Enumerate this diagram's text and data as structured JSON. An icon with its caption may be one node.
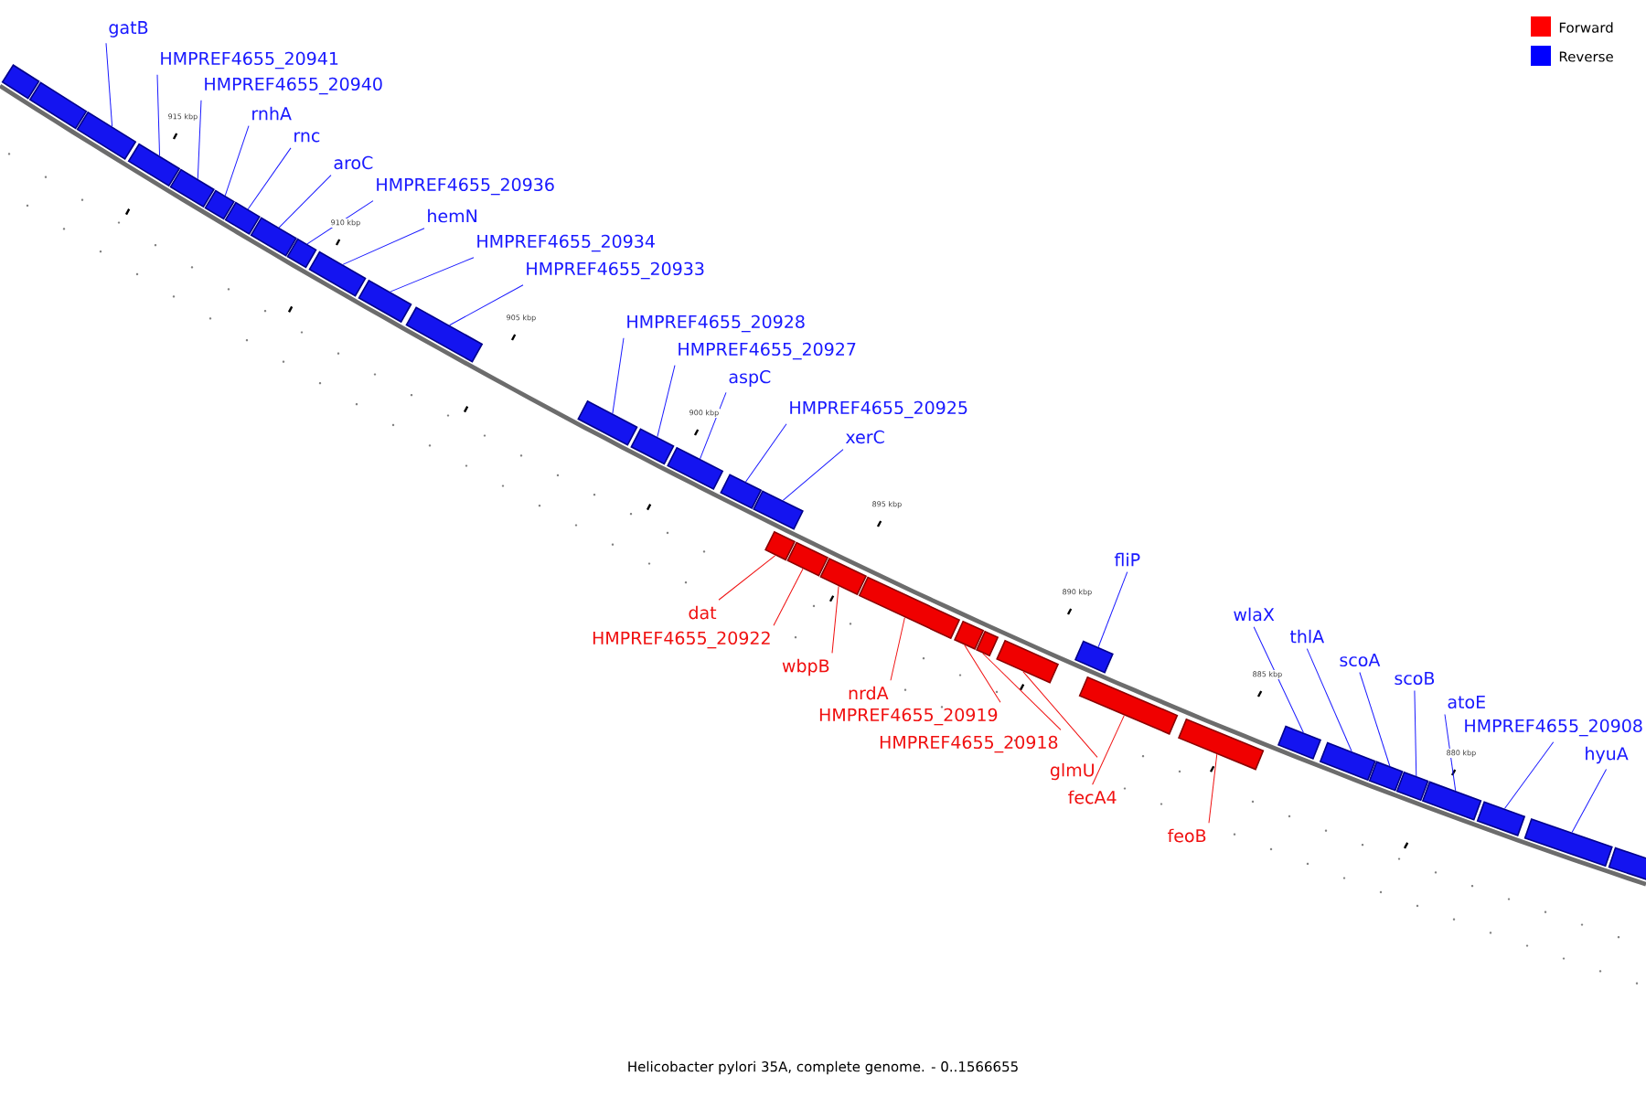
{
  "diagram": {
    "caption": "Helicobacter pylori 35A, complete genome. - 0..1566655",
    "nodes": [
      {
        "text": [],
        "shape": "bar"
      },
      {
        "text": [],
        "shape": "bar"
      },
      {
        "text": [],
        "shape": "bar"
      },
      {
        "text": [],
        "shape": "bar"
      },
      {
        "text": [],
        "shape": "bar"
      },
      {
        "text": [],
        "shape": "bar"
      },
      {
        "text": [],
        "shape": "bar"
      },
      {
        "text": [],
        "shape": "bar"
      },
      {
        "text": [],
        "shape": "bar"
      },
      {
        "text": [],
        "shape": "bar"
      },
      {
        "text": [],
        "shape": "bar"
      },
      {
        "text": [],
        "shape": "bar"
      },
      {
        "text": [],
        "shape": "bar"
      },
      {
        "text": [],
        "shape": "bar"
      },
      {
        "text": [],
        "shape": "bar"
      },
      {
        "text": [],
        "shape": "bar"
      },
      {
        "text": [],
        "shape": "bar"
      },
      {
        "text": [],
        "shape": "bar"
      },
      {
        "text": [],
        "shape": "bar"
      },
      {
        "text": [],
        "shape": "bar"
      },
      {
        "text": [],
        "shape": "bar"
      },
      {
        "text": [],
        "shape": "bar"
      },
      {
        "text": [],
        "shape": "bar"
      },
      {
        "text": [],
        "shape": "bar"
      },
      {
        "text": [],
        "shape": "bar"
      },
      {
        "text": [],
        "shape": "bar"
      },
      {
        "text": [],
        "shape": "bar"
      },
      {
        "text": [],
        "shape": "bar"
      },
      {
        "text": [],
        "shape": "bar"
      },
      {
        "text": [],
        "shape": "bar"
      },
      {
        "text": [],
        "shape": "bar"
      },
      {
        "text": [],
        "shape": "bar"
      },
      {
        "text": [],
        "shape": "bar"
      },
      {
        "text": [],
        "shape": "bar"
      },
      {
        "text": [],
        "shape": "bar"
      },
      {
        "text": [
          "gatB"
        ]
      },
      {
        "text": [
          "HMPREF4655_20941"
        ]
      },
      {
        "text": [
          "HMPREF4655_20940"
        ]
      },
      {
        "text": [
          "rnhA"
        ]
      },
      {
        "text": [
          "rnc"
        ]
      },
      {
        "text": [
          "aroC"
        ]
      },
      {
        "text": [
          "HMPREF4655_20936"
        ]
      },
      {
        "text": [
          "hemN"
        ]
      },
      {
        "text": [
          "HMPREF4655_20934"
        ]
      },
      {
        "text": [
          "HMPREF4655_20933"
        ]
      },
      {
        "text": [
          "HMPREF4655_20928"
        ]
      },
      {
        "text": [
          "HMPREF4655_20927"
        ]
      },
      {
        "text": [
          "aspC"
        ]
      },
      {
        "text": [
          "HMPREF4655_20925"
        ]
      },
      {
        "text": [
          "xerC"
        ]
      },
      {
        "text": [
          "dat"
        ]
      },
      {
        "text": [
          "HMPREF4655_20922"
        ]
      },
      {
        "text": [
          "wbpB"
        ]
      },
      {
        "text": [
          "nrdA"
        ]
      },
      {
        "text": [
          "HMPREF4655_20919"
        ]
      },
      {
        "text": [
          "HMPREF4655_20918"
        ]
      },
      {
        "text": [
          "glmU"
        ]
      },
      {
        "text": [
          "fliP"
        ]
      },
      {
        "text": [
          "fecA4"
        ]
      },
      {
        "text": [
          "feoB"
        ]
      },
      {
        "text": [
          "wlaX"
        ]
      },
      {
        "text": [
          "thlA"
        ]
      },
      {
        "text": [
          "scoA"
        ]
      },
      {
        "text": [
          "scoB"
        ]
      },
      {
        "text": [
          "atoE"
        ]
      },
      {
        "text": [
          "HMPREF4655_20908"
        ]
      },
      {
        "text": [
          "hyuA"
        ]
      }
    ],
    "edges": [
      {
        "from": 35,
        "to": 2,
        "arrow": "none"
      },
      {
        "from": 36,
        "to": 3,
        "arrow": "none"
      },
      {
        "from": 37,
        "to": 4,
        "arrow": "none"
      },
      {
        "from": 38,
        "to": 5,
        "arrow": "none"
      },
      {
        "from": 39,
        "to": 6,
        "arrow": "none"
      },
      {
        "from": 40,
        "to": 7,
        "arrow": "none"
      },
      {
        "from": 41,
        "to": 8,
        "arrow": "none"
      },
      {
        "from": 42,
        "to": 9,
        "arrow": "none"
      },
      {
        "from": 43,
        "to": 10,
        "arrow": "none"
      },
      {
        "from": 44,
        "to": 11,
        "arrow": "none"
      },
      {
        "from": 45,
        "to": 12,
        "arrow": "none"
      },
      {
        "from": 46,
        "to": 13,
        "arrow": "none"
      },
      {
        "from": 47,
        "to": 14,
        "arrow": "none"
      },
      {
        "from": 48,
        "to": 15,
        "arrow": "none"
      },
      {
        "from": 49,
        "to": 16,
        "arrow": "none"
      },
      {
        "from": 50,
        "to": 17,
        "arrow": "none",
        "color": "#f01010"
      },
      {
        "from": 51,
        "to": 18,
        "arrow": "none",
        "color": "#f01010"
      },
      {
        "from": 52,
        "to": 19,
        "arrow": "none",
        "color": "#f01010"
      },
      {
        "from": 53,
        "to": 20,
        "arrow": "none",
        "color": "#f01010"
      },
      {
        "from": 54,
        "to": 21,
        "arrow": "none",
        "color": "#f01010"
      },
      {
        "from": 55,
        "to": 22,
        "arrow": "none",
        "color": "#f01010"
      },
      {
        "from": 56,
        "to": 23,
        "arrow": "none",
        "color": "#f01010"
      },
      {
        "from": 57,
        "to": 24,
        "arrow": "none"
      },
      {
        "from": 58,
        "to": 25,
        "arrow": "none",
        "color": "#f01010"
      },
      {
        "from": 59,
        "to": 26,
        "arrow": "none",
        "color": "#f01010"
      },
      {
        "from": 60,
        "to": 27,
        "arrow": "none"
      },
      {
        "from": 61,
        "to": 28,
        "arrow": "none"
      },
      {
        "from": 62,
        "to": 29,
        "arrow": "none"
      },
      {
        "from": 63,
        "to": 30,
        "arrow": "none"
      },
      {
        "from": 64,
        "to": 31,
        "arrow": "none"
      },
      {
        "from": 65,
        "to": 32,
        "arrow": "none"
      },
      {
        "from": 66,
        "to": 33,
        "arrow": "none"
      }
    ],
    "labels": [
      "915 kbp",
      "910 kbp",
      "905 kbp",
      "900 kbp",
      "895 kbp",
      "890 kbp",
      "885 kbp",
      "880 kbp"
    ],
    "legend": [
      {
        "text": "Forward",
        "color": "#ff0000"
      },
      {
        "text": "Reverse",
        "color": "#0000ff"
      }
    ]
  }
}
